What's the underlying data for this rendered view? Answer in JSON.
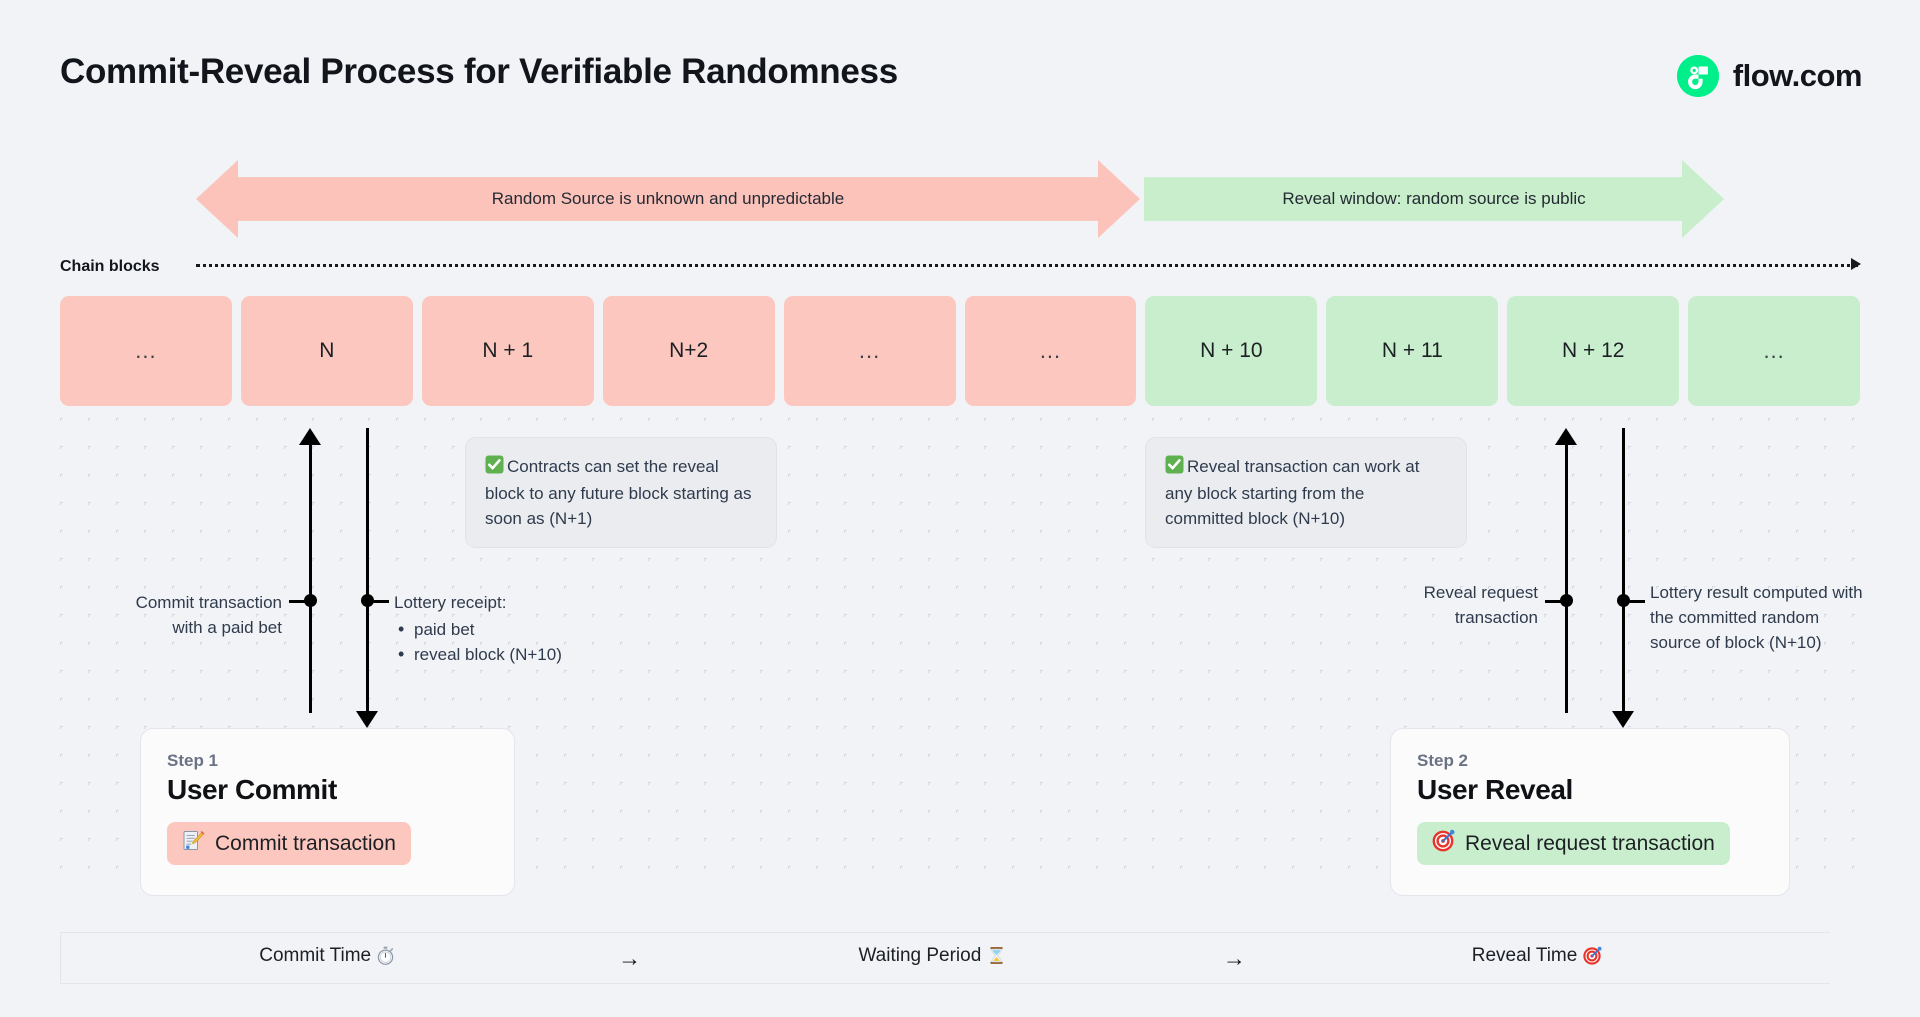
{
  "header": {
    "title": "Commit-Reveal Process for Verifiable Randomness",
    "brand_name": "flow.com",
    "brand_color": "#00ef8b"
  },
  "banners": {
    "commit_phase": "Random Source is unknown and unpredictable",
    "reveal_phase": "Reveal window: random source is public",
    "commit_color": "#fcc3bb",
    "reveal_color": "#c8eecb"
  },
  "chain": {
    "label": "Chain blocks",
    "blocks": [
      {
        "label": "...",
        "state": "pink"
      },
      {
        "label": "N",
        "state": "pink"
      },
      {
        "label": "N + 1",
        "state": "pink"
      },
      {
        "label": "N+2",
        "state": "pink"
      },
      {
        "label": "...",
        "state": "pink"
      },
      {
        "label": "...",
        "state": "pink"
      },
      {
        "label": "N + 10",
        "state": "green"
      },
      {
        "label": "N + 11",
        "state": "green"
      },
      {
        "label": "N + 12",
        "state": "green"
      },
      {
        "label": "...",
        "state": "green"
      }
    ]
  },
  "callouts": {
    "left": "Contracts can set the reveal block to any future block starting as soon as (N+1)",
    "right": "Reveal transaction can work at any block starting from the committed block (N+10)",
    "icon": "white-check-mark-icon"
  },
  "timeline_labels": {
    "commit_tx_line1": "Commit transaction",
    "commit_tx_line2": "with a paid bet",
    "receipt_title": "Lottery receipt:",
    "receipt_items": [
      "paid bet",
      "reveal block (N+10)"
    ],
    "reveal_request_line1": "Reveal request",
    "reveal_request_line2": "transaction",
    "lottery_result": "Lottery result computed with the committed random source of block (N+10)"
  },
  "steps": [
    {
      "step": "Step 1",
      "heading": "User Commit",
      "chip_label": "Commit transaction",
      "chip_icon": "memo-icon",
      "chip_color": "#fcc7bf"
    },
    {
      "step": "Step 2",
      "heading": "User Reveal",
      "chip_label": "Reveal request transaction",
      "chip_icon": "direct-hit-icon",
      "chip_color": "#c9eecd"
    }
  ],
  "phases": [
    {
      "label": "Commit Time",
      "icon": "stopwatch-icon"
    },
    {
      "label": "Waiting Period",
      "icon": "hourglass-icon"
    },
    {
      "label": "Reveal Time",
      "icon": "direct-hit-icon"
    }
  ],
  "phase_separator": "→"
}
